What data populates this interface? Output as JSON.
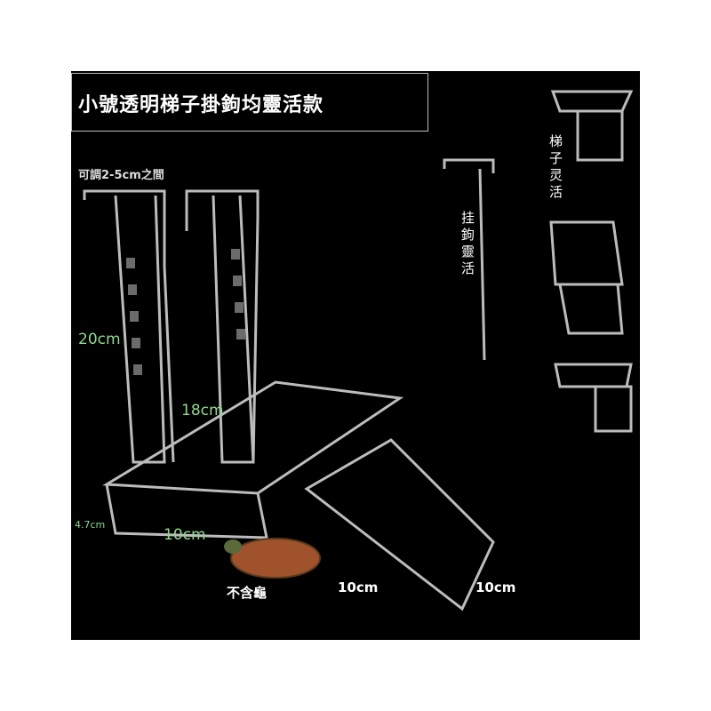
{
  "title": "小號透明梯子掛鉤均靈活款",
  "labels": {
    "adjust": "可調2-5cm之間",
    "height_20": "20cm",
    "height_18": "18cm",
    "depth_47": "4.7cm",
    "width_10_platform": "10cm",
    "no_turtle": "不含龜",
    "ramp_width": "10cm",
    "ramp_length": "10cm",
    "hook_flexible": "挂鉤靈活",
    "ladder_flexible": "梯子灵活"
  }
}
